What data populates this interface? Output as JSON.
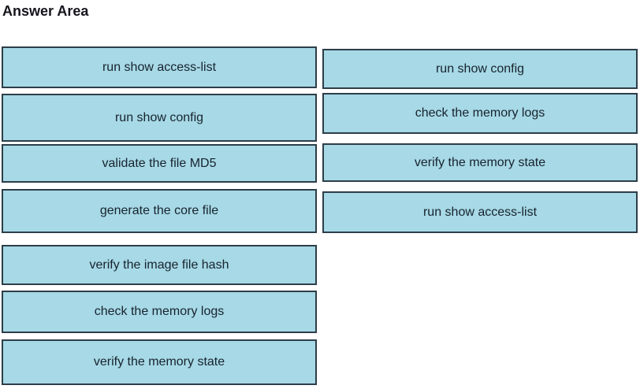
{
  "title": "Answer Area",
  "colors": {
    "box_fill": "#a7d9e6",
    "box_border": "#2d3e48",
    "box_text": "#17232e",
    "title_text": "#15151d",
    "background": "#ffffff"
  },
  "left_column": {
    "items": [
      {
        "label": "run show access-list"
      },
      {
        "label": "run show config"
      },
      {
        "label": "validate the file MD5"
      },
      {
        "label": "generate the core file"
      },
      {
        "label": "verify the image file hash"
      },
      {
        "label": "check the memory logs"
      },
      {
        "label": "verify the memory state"
      }
    ]
  },
  "right_column": {
    "items": [
      {
        "label": "run show config"
      },
      {
        "label": "check the memory logs"
      },
      {
        "label": "verify the memory state"
      },
      {
        "label": "run show access-list"
      }
    ]
  }
}
